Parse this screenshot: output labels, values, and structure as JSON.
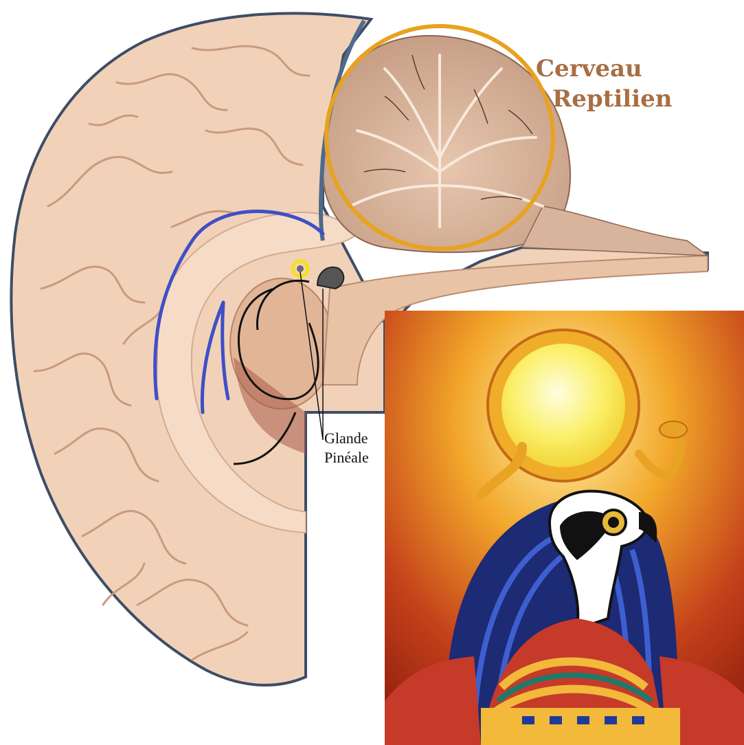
{
  "labels": {
    "reptilian_brain": [
      "Cerveau",
      "Reptilien"
    ],
    "pineal_gland": [
      "Glande",
      "Pinéale"
    ]
  },
  "colors": {
    "reptilian_circle": "#e8a21f",
    "pineal_marker": "#f4e11a",
    "limbic_outline": "#3f4fc6",
    "reptilian_label": "#a86e43",
    "panel_background": "#b52a10"
  },
  "inset_image": "falcon-headed-deity-with-sun-disk"
}
